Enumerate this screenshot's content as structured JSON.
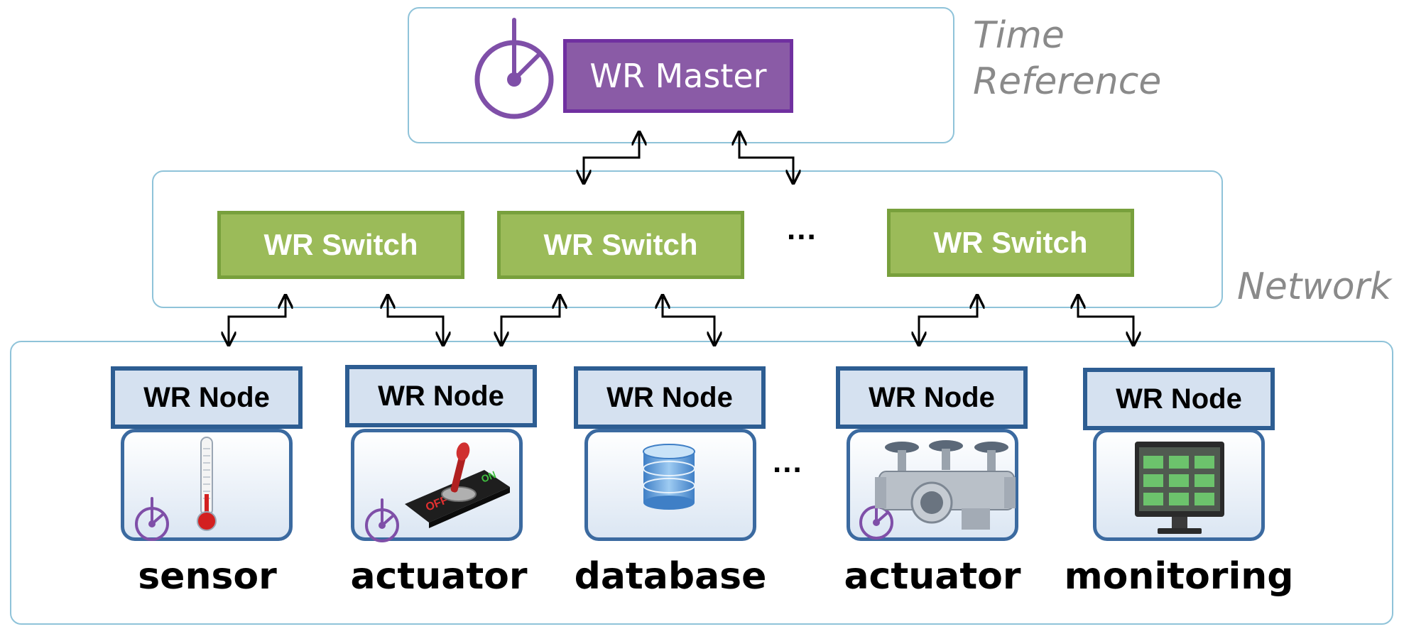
{
  "time_reference": {
    "label": "Time\nReference",
    "master_label": "WR Master",
    "clock_icon": "clock-icon",
    "accent": "#7030a0"
  },
  "network": {
    "label": "Network",
    "switch_labels": [
      "WR Switch",
      "WR Switch",
      "WR Switch"
    ],
    "ellipsis": "...",
    "switch_color": "#9bbb59"
  },
  "nodes": {
    "ellipsis": "...",
    "items": [
      {
        "header": "WR Node",
        "caption": "sensor",
        "icon": "thermometer-icon",
        "has_clock": true
      },
      {
        "header": "WR Node",
        "caption": "actuator",
        "icon": "on-off-switch-icon",
        "has_clock": true
      },
      {
        "header": "WR Node",
        "caption": "database",
        "icon": "database-icon",
        "has_clock": false
      },
      {
        "header": "WR Node",
        "caption": "actuator",
        "icon": "valve-icon",
        "has_clock": true
      },
      {
        "header": "WR Node",
        "caption": "monitoring",
        "icon": "monitor-icon",
        "has_clock": false
      }
    ],
    "header_color": "#d5e1f0",
    "border_color": "#2d5d92"
  }
}
